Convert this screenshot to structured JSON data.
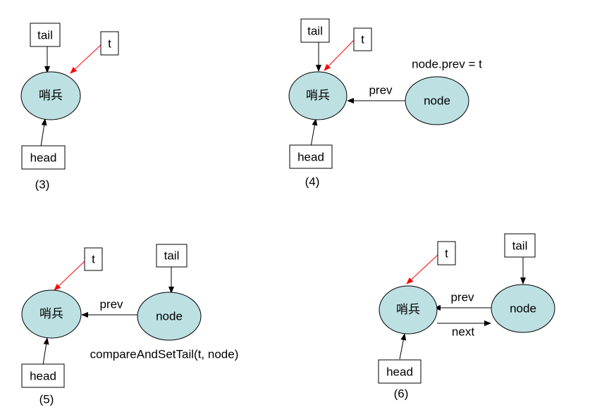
{
  "colors": {
    "node_fill": "#bde0e3",
    "pointer_t_arrow": "#ff0000",
    "arrow": "#000000"
  },
  "labels": {
    "sentinel": "哨兵",
    "node": "node",
    "tail": "tail",
    "head": "head",
    "t": "t",
    "prev": "prev",
    "next": "next"
  },
  "steps": [
    {
      "caption": "(3)"
    },
    {
      "caption": "(4)",
      "note": "node.prev = t"
    },
    {
      "caption": "(5)",
      "note": "compareAndSetTail(t, node)"
    },
    {
      "caption": "(6)"
    }
  ]
}
